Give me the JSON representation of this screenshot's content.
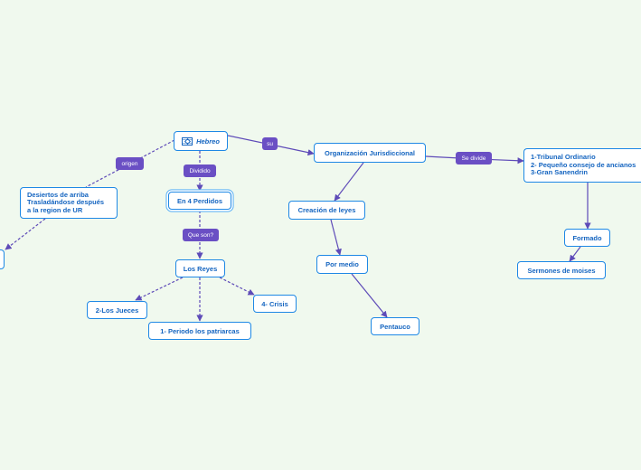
{
  "colors": {
    "background": "#f0f9ee",
    "node_border": "#1e88e5",
    "node_text": "#1565c0",
    "connector": "#5e4bb8",
    "label_bg": "#6a4fc4"
  },
  "nodes": {
    "hebreo": "Hebreo",
    "organizacion": "Organización Jurisdiccional",
    "tribunales": "1-Tribunal Ordinario\n2- Pequeño consejo de ancianos\n3-Gran Sanendrin",
    "formado": "Formado",
    "sermones": "Sermones de moises",
    "creacion": "Creación de leyes",
    "por_medio": "Por medio",
    "pentauco": "Pentauco",
    "desiertos": "Desiertos de arriba\nTrasladándose después\na la region de UR",
    "en4": "En 4 Perdidos",
    "reyes": "Los Reyes",
    "jueces": "2-Los Jueces",
    "patriarcas": "1- Periodo los patriarcas",
    "crisis": "4- Crisis"
  },
  "labels": {
    "su": "su",
    "se_divide": "Se divide",
    "origen": "origen",
    "dividido": "Dividido",
    "que_son": "Que son?"
  },
  "icons": {
    "root_icon": "israel-flag-icon"
  }
}
